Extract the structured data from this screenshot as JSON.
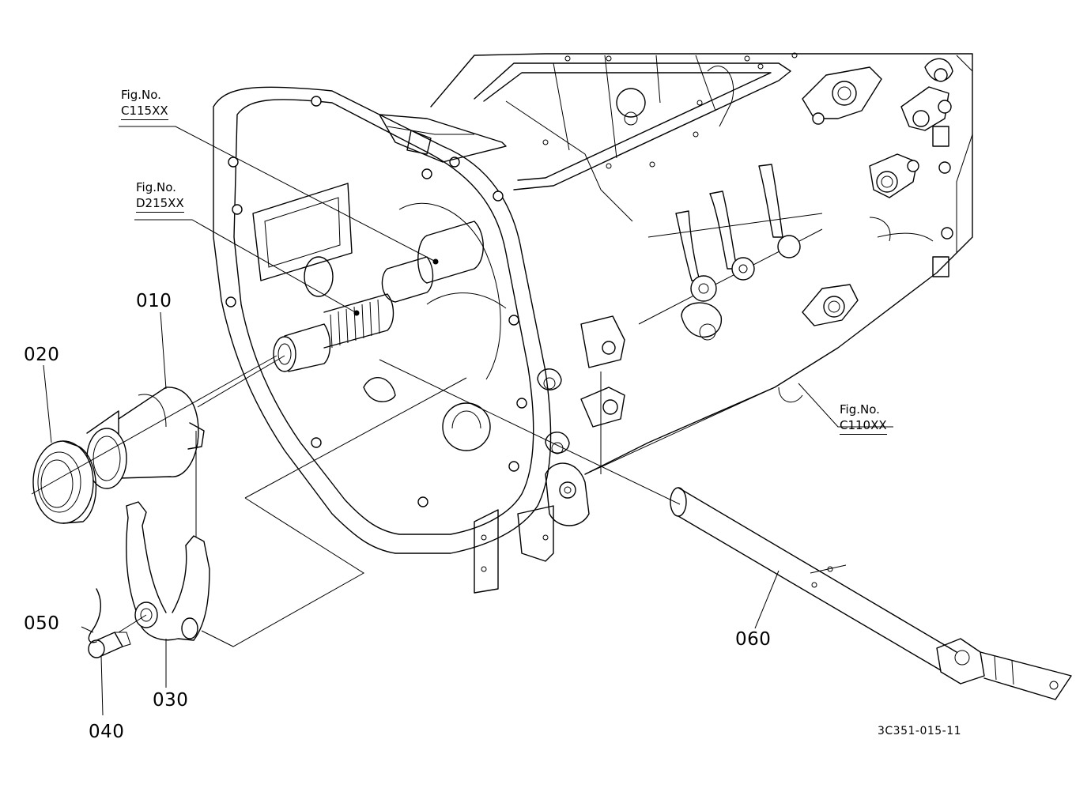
{
  "figure_refs": [
    {
      "prefix": "Fig.No.",
      "code": "C115XX"
    },
    {
      "prefix": "Fig.No.",
      "code": "D215XX"
    },
    {
      "prefix": "Fig.No.",
      "code": "C110XX"
    }
  ],
  "parts": [
    {
      "number": "010"
    },
    {
      "number": "020"
    },
    {
      "number": "030"
    },
    {
      "number": "040"
    },
    {
      "number": "050"
    },
    {
      "number": "060"
    }
  ],
  "drawing_id": "3C351-015-11",
  "colors": {
    "line": "#000000",
    "background": "#ffffff"
  }
}
